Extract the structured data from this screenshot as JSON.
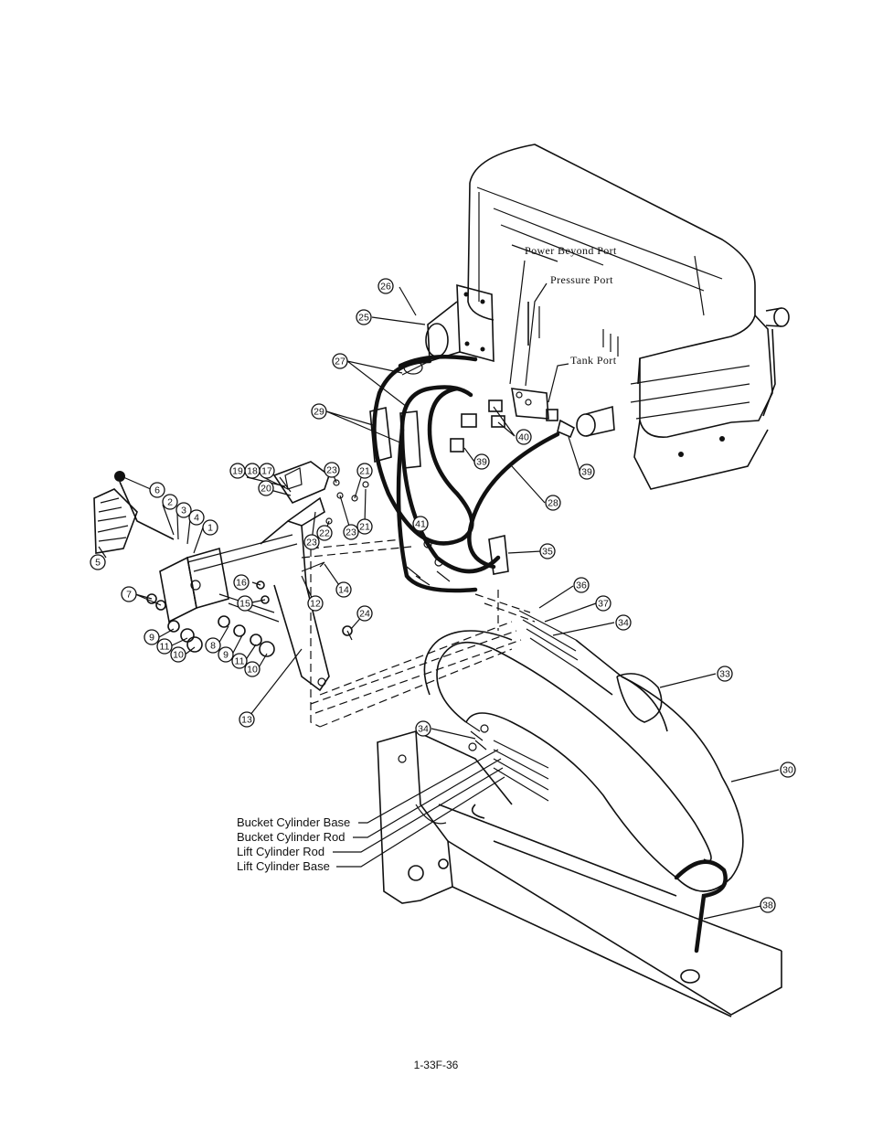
{
  "ports": {
    "power_beyond": "Power Beyond Port",
    "pressure": "Pressure Port",
    "tank": "Tank Port"
  },
  "hose_labels": {
    "bucket_base": "Bucket Cylinder Base",
    "bucket_rod": "Bucket Cylinder Rod",
    "lift_rod": "Lift Cylinder Rod",
    "lift_base": "Lift Cylinder Base"
  },
  "callouts": {
    "c1": "1",
    "c2": "2",
    "c3": "3",
    "c4": "4",
    "c5": "5",
    "c6": "6",
    "c7": "7",
    "c8": "8",
    "c9a": "9",
    "c9b": "9",
    "c10a": "10",
    "c10b": "10",
    "c11a": "11",
    "c11b": "11",
    "c12": "12",
    "c13": "13",
    "c14": "14",
    "c15": "15",
    "c16": "16",
    "c17": "17",
    "c18": "18",
    "c19": "19",
    "c20": "20",
    "c21a": "21",
    "c21b": "21",
    "c22": "22",
    "c23a": "23",
    "c23b": "23",
    "c23c": "23",
    "c24": "24",
    "c25": "25",
    "c26": "26",
    "c27": "27",
    "c28": "28",
    "c29": "29",
    "c30": "30",
    "c33": "33",
    "c34a": "34",
    "c34b": "34",
    "c35": "35",
    "c36": "36",
    "c37": "37",
    "c38": "38",
    "c39a": "39",
    "c39b": "39",
    "c40": "40",
    "c41": "41"
  },
  "footer": {
    "page_code": "1-33F-36"
  }
}
